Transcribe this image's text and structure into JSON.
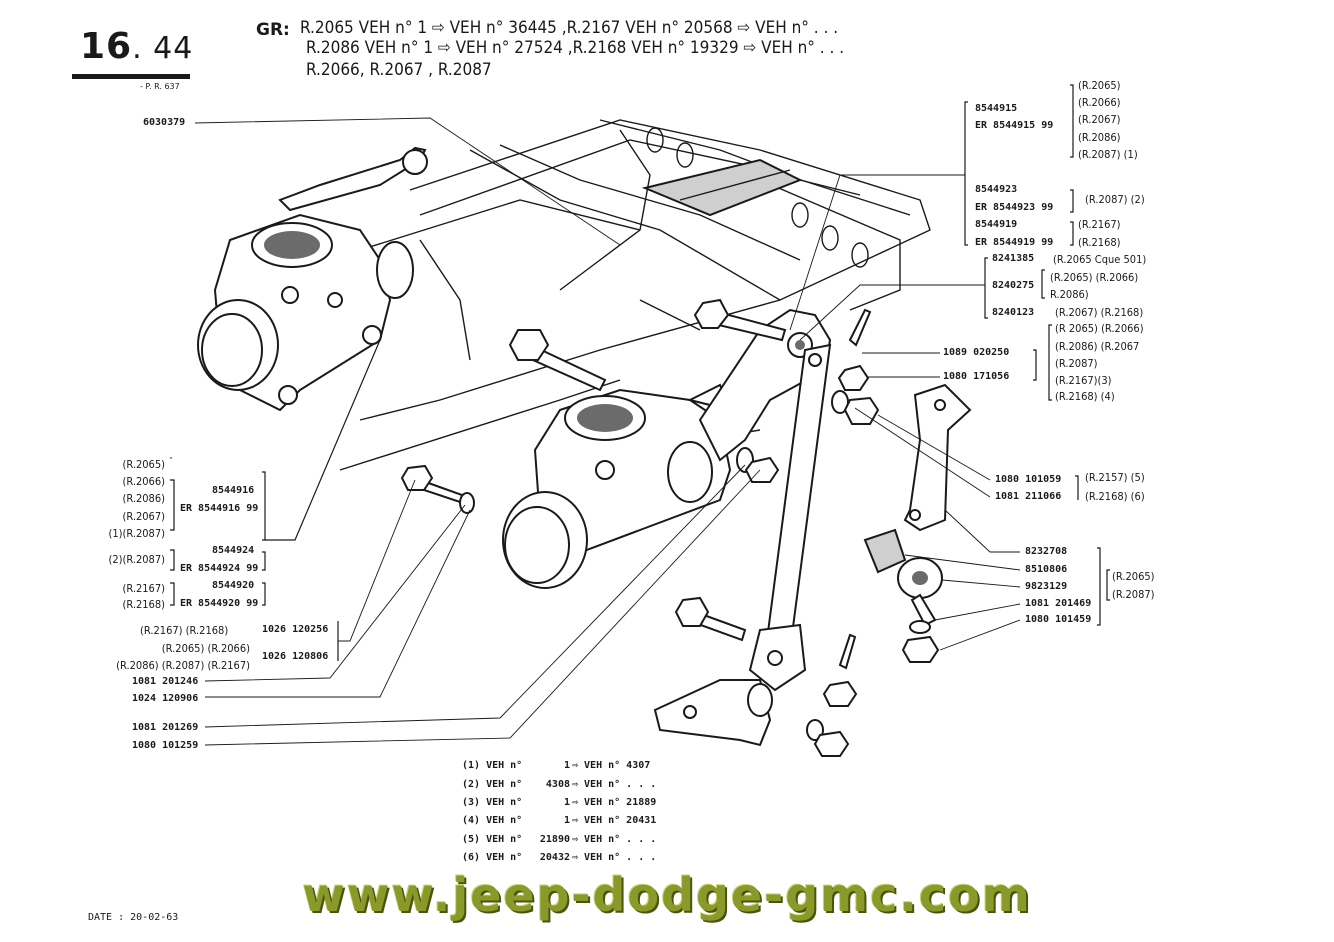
{
  "page": {
    "number_main": "16",
    "number_sub": ". 44",
    "ref": "- P. R. 637",
    "gr_label": "GR:",
    "header_lines": [
      "R.2065 VEH n° 1 ⇨ VEH n° 36445 ,R.2167 VEH n° 20568 ⇨ VEH n° . . .",
      "R.2086 VEH n° 1 ⇨ VEH n° 27524 ,R.2168 VEH n° 19329 ⇨ VEH n° . . .",
      "R.2066, R.2067 , R.2087"
    ],
    "date": "DATE : 20-02-63",
    "website": "www.jeep-dodge-gmc.com"
  },
  "left_labels": {
    "top_part": "6030379",
    "group1_models": [
      "(R.2065)",
      "(R.2066)",
      "(R.2086)",
      "(R.2067)",
      "(1)(R.2087)"
    ],
    "group1_parts": [
      "8544916",
      "ER 8544916 99"
    ],
    "group2_models": [
      "(2)(R.2087)"
    ],
    "group2_parts": [
      "8544924",
      "ER 8544924 99"
    ],
    "group3_models": [
      "(R.2167)",
      "(R.2168)"
    ],
    "group3_parts": [
      "8544920",
      "ER 8544920 99"
    ],
    "group4_models": "(R.2167) (R.2168)",
    "group4_part": "1026 120256",
    "group5_models": [
      "(R.2065) (R.2066)",
      "(R.2086) (R.2087) (R.2167)"
    ],
    "group5_part": "1026 120806",
    "bottom_parts": [
      "1081 201246",
      "1024 120906",
      "1081 201269",
      "1080 101259"
    ]
  },
  "right_labels": {
    "g1_parts": [
      "8544915",
      "ER 8544915 99"
    ],
    "g1_models": [
      "(R.2065)",
      "(R.2066)",
      "(R.2067)",
      "(R.2086)",
      "(R.2087) (1)"
    ],
    "g2_parts": [
      "8544923",
      "ER 8544923 99"
    ],
    "g2_models": [
      "(R.2087) (2)"
    ],
    "g3_parts": [
      "8544919",
      "ER 8544919 99"
    ],
    "g3_models": [
      "(R.2167)",
      "(R.2168)"
    ],
    "g4_parts": [
      "8241385",
      "8240275",
      "8240123"
    ],
    "g4_models": [
      "(R.2065 Cque 501)",
      "(R.2065) (R.2066)",
      "R.2086)",
      "(R.2067) (R.2168)"
    ],
    "g5_parts": [
      "1089 020250",
      "1080 171056"
    ],
    "g5_models": [
      "(R 2065) (R.2066)",
      "(R.2086) (R.2067",
      "(R.2087)",
      "(R.2167)(3)",
      "(R.2168) (4)"
    ],
    "g6_parts": [
      "1080 101059",
      "1081 211066"
    ],
    "g6_models": [
      "(R.2157) (5)",
      "(R.2168) (6)"
    ],
    "g7_parts": [
      "8232708",
      "8510806",
      "9823129",
      "1081 201469",
      "1080 101459"
    ],
    "g7_models": [
      "(R.2065)",
      "(R.2087)"
    ]
  },
  "notes": [
    {
      "num": "(1) VEH n°",
      "from": "1",
      "to": "⇨ VEH n°  4307"
    },
    {
      "num": "(2) VEH n°",
      "from": "4308",
      "to": "⇨ VEH n° . . ."
    },
    {
      "num": "(3) VEH n°",
      "from": "1",
      "to": "⇨ VEH n°  21889"
    },
    {
      "num": "(4) VEH n°",
      "from": "1",
      "to": "⇨ VEH n°  20431"
    },
    {
      "num": "(5) VEH n°",
      "from": "21890",
      "to": "⇨ VEH n° . . ."
    },
    {
      "num": "(6) VEH n°",
      "from": "20432",
      "to": "⇨ VEH n° . . ."
    }
  ]
}
